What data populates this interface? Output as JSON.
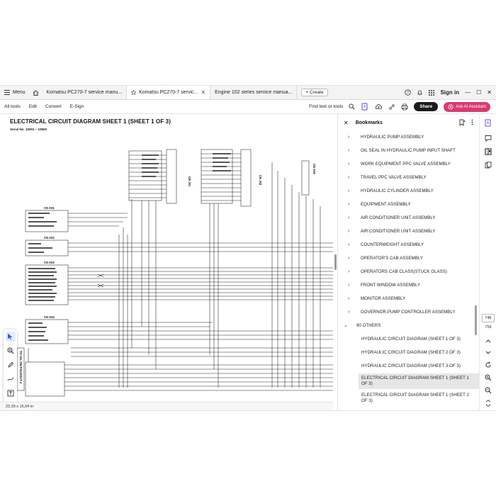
{
  "tabbar": {
    "menu_label": "Menu",
    "tabs": [
      {
        "label": "Komatsu PC270-7 service manu..."
      },
      {
        "label": "Komatsu PC270-7 servic..."
      },
      {
        "label": "Engine 102 series service manua..."
      }
    ],
    "create_label": "Create",
    "signin_label": "Sign in"
  },
  "toolbar": {
    "menu": [
      "All tools",
      "Edit",
      "Convert",
      "E-Sign"
    ],
    "find_label": "Find text or tools",
    "share_label": "Share",
    "ai_label": "Ask AI Assistant"
  },
  "document": {
    "title": "ELECTRICAL CIRCUIT DIAGRAM SHEET 1 (SHEET 1 OF 3)",
    "serial": "Serial No. 10001 – 10500",
    "connectors": [
      "CN A01",
      "CN A02",
      "CN A03",
      "CN A04",
      "CN J01",
      "CN J02",
      "CN A05"
    ],
    "foldout_label": "TO 10L ON FOLDOUT 4"
  },
  "statusbar": {
    "page_size": "23,39 x 16,54 in"
  },
  "bookmarks": {
    "title": "Bookmarks",
    "items": [
      {
        "label": "HYDRAULIC PUMP ASSEMBLY"
      },
      {
        "label": "OIL SEAL IN HYDRAULIC PUMP INPUT SHAFT"
      },
      {
        "label": "WORK EQUIPMENT PPC VALVE ASSEMBLY"
      },
      {
        "label": "TRAVEL PPC VALVE ASSEMBLY"
      },
      {
        "label": "HYDRAULIC CYLINDER ASSEMBLY"
      },
      {
        "label": "EQUIPMENT ASSEMBLY"
      },
      {
        "label": "AIR CONDITIONER UNIT ASSEMBLY"
      },
      {
        "label": "AIR CONDITIONER UNIT ASSEMBLY"
      },
      {
        "label": "COUNTERWEIGHT ASSEMBLY"
      },
      {
        "label": "OPERATOR'S CAB ASSEMBLY"
      },
      {
        "label": "OPERATORS CAB CLASS(STUCK GLASS)"
      },
      {
        "label": "FRONT WINDOW ASSEMBLY"
      },
      {
        "label": "MONITOR ASSEMBLY"
      },
      {
        "label": "GOVERNOR,PUMP CONTROLLER ASSEMBLY"
      }
    ],
    "group": {
      "label": "90 OTHERS"
    },
    "children": [
      {
        "label": "HYDRAULIC CIRCUIT DIAGRAM (SHEET 1 OF 3)"
      },
      {
        "label": "HYDRAULIC CIRCUIT DIAGRAM (SHEET 2 OF 3)"
      },
      {
        "label": "HYDRAULIC CIRCUIT DIAGRAM (SHEET 3 OF 3)"
      },
      {
        "label": "ELECTRICAL CIRCUIT DIAGRAM SHEET 1 (SHEET 1 OF 3)"
      },
      {
        "label": "ELECTRICAL CIRCUIT DIAGRAM SHEET 1 (SHEET 2 OF 3)"
      }
    ],
    "selected_child": 3
  },
  "rightrail": {
    "current_page": "746",
    "total_pages": "758"
  },
  "colors": {
    "accent": "#d83b6e",
    "share": "#1b1b1b",
    "selected": "#e6e6e6",
    "tool_blue": "#2b5fd9"
  }
}
